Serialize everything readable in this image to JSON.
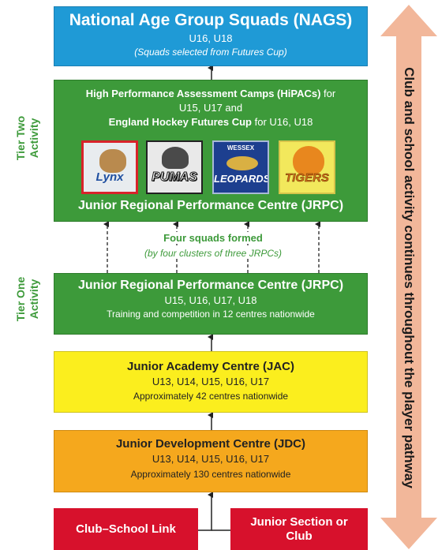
{
  "nags": {
    "title": "National Age Group Squads (NAGS)",
    "ages": "U16, U18",
    "note": "(Squads selected from Futures Cup)"
  },
  "tier_two": {
    "label_line1": "Tier Two",
    "label_line2": "Activity",
    "hipac_bold": "High Performance Assessment Camps (HiPACs)",
    "hipac_rest": " for",
    "hipac_ages": "U15, U17 and",
    "futures_bold": "England Hockey Futures Cup",
    "futures_rest": " for U16, U18",
    "logos": [
      {
        "name": "Lynx",
        "top": "",
        "icon": "lynx-logo"
      },
      {
        "name": "PUMAS",
        "top": "",
        "icon": "pumas-logo"
      },
      {
        "name": "LEOPARDS",
        "top": "WESSEX",
        "icon": "leopards-logo"
      },
      {
        "name": "TIGERS",
        "top": "",
        "icon": "tigers-logo"
      }
    ],
    "jrpc": "Junior Regional Performance Centre (JRPC)"
  },
  "middle": {
    "squads": "Four squads formed",
    "clusters": "(by four clusters of three JRPCs)"
  },
  "tier_one": {
    "label_line1": "Tier One",
    "label_line2": "Activity",
    "title": "Junior Regional Performance Centre (JRPC)",
    "ages": "U15, U16, U17, U18",
    "note": "Training and competition in 12 centres nationwide"
  },
  "jac": {
    "title": "Junior Academy Centre (JAC)",
    "ages": "U13, U14, U15, U16, U17",
    "note": "Approximately 42 centres nationwide"
  },
  "jdc": {
    "title": "Junior Development Centre (JDC)",
    "ages": "U13, U14, U15, U16, U17",
    "note": "Approximately 130 centres nationwide"
  },
  "bottom": {
    "club_school_link": "Club–School Link",
    "junior_section_line1": "Junior Section or",
    "junior_section_line2": "Club"
  },
  "side_arrow": {
    "text": "Club and school activity continues throughout the player pathway",
    "color": "#f2b79a"
  },
  "colors": {
    "nags": "#1f9ad6",
    "tier_green": "#3d9a3a",
    "jac_yellow": "#fbee1e",
    "jdc_orange": "#f5a81d",
    "entry_red": "#d7112c"
  }
}
